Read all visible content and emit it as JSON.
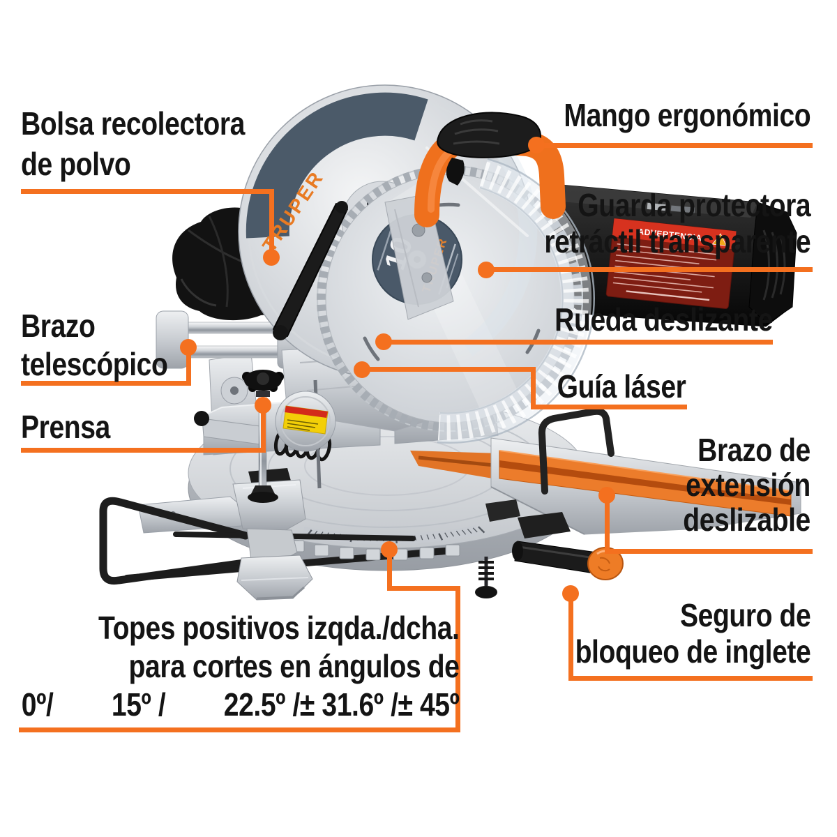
{
  "accent_color": "#F4701F",
  "machine": {
    "housing_brand": "TRUPER",
    "blade_size_label": "10",
    "blade_brand": "TRUPER",
    "warning_label_title": "ADVERTENCIA"
  },
  "callouts": {
    "bolsa": {
      "lines": [
        "Bolsa recolectora",
        "de polvo"
      ]
    },
    "mango": {
      "lines": [
        "Mango ergonómico"
      ]
    },
    "guarda": {
      "lines": [
        "Guarda protectora",
        "retráctil transparente"
      ]
    },
    "rueda": {
      "lines": [
        "Rueda deslizante"
      ]
    },
    "guia": {
      "lines": [
        "Guía láser"
      ]
    },
    "brazo_telescopico": {
      "lines": [
        "Brazo",
        "telescópico"
      ]
    },
    "prensa": {
      "lines": [
        "Prensa"
      ]
    },
    "brazo_extension": {
      "lines": [
        "Brazo de",
        "extensión",
        "deslizable"
      ]
    },
    "seguro": {
      "lines": [
        "Seguro de",
        "bloqueo de inglete"
      ]
    },
    "topes": {
      "lines": [
        "Topes positivos izqda./dcha.",
        "para cortes en ángulos de",
        "0º/        15º /        22.5º /± 31.6º /± 45º"
      ]
    }
  }
}
